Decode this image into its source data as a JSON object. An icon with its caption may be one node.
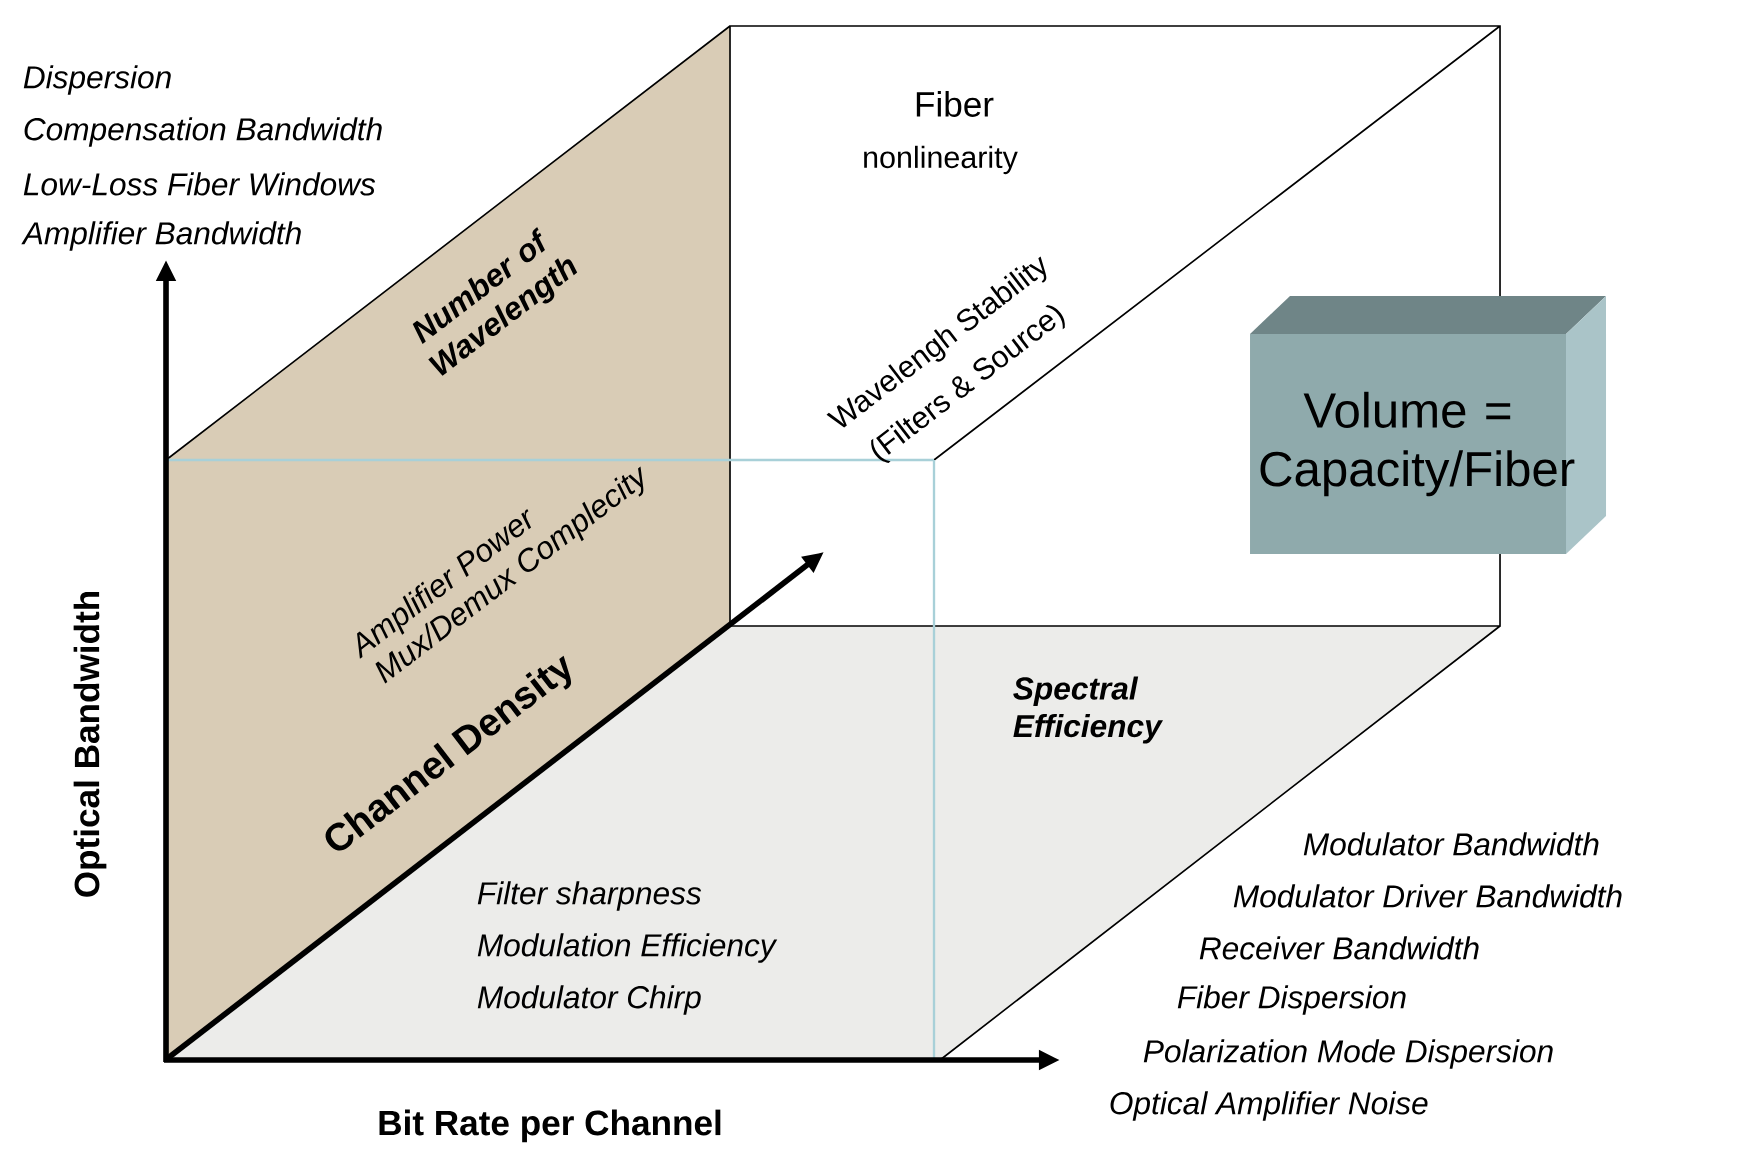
{
  "diagram": {
    "nodes": [
      {
        "text": [
          "Number of Wavelength",
          "Amplifier Power",
          "Mux/Demux Complecity"
        ]
      },
      {
        "text": [
          "Spectral Efficiency",
          "Filter sharpness",
          "Modulation Efficiency",
          "Modulator Chirp"
        ]
      },
      {
        "text": [
          "Volume = Capacity/Fiber"
        ]
      }
    ],
    "labels": [
      "Dispersion",
      "Compensation Bandwidth",
      "Low-Loss Fiber Windows",
      "Amplifier Bandwidth",
      "Fiber",
      "nonlinearity",
      "Wavelengh Stability",
      "(Filters & Source)",
      "Channel Density",
      "Optical Bandwidth",
      "Bit Rate per Channel",
      "Modulator Bandwidth",
      "Modulator Driver Bandwidth",
      "Receiver Bandwidth",
      "Fiber Dispersion",
      "Polarization Mode Dispersion",
      "Optical Amplifier Noise"
    ]
  }
}
